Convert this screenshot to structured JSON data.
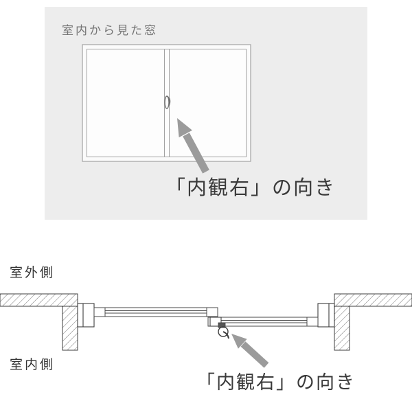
{
  "top_panel": {
    "caption": "室内から見た窓",
    "direction_label": "「内観右」の向き"
  },
  "bottom_diagram": {
    "outdoor_label": "室外側",
    "indoor_label": "室内側",
    "direction_label": "「内観右」の向き"
  },
  "icons": {
    "arrow": "direction-arrow-icon",
    "lock": "crescent-lock-icon"
  },
  "colors": {
    "panel_bg": "#ededed",
    "window_line": "#a3a3a3",
    "section_line": "#3c3c3c",
    "hatch_line": "#777777",
    "arrow_gray": "#9b9b9b",
    "caption_text": "#757575",
    "label_text": "#3a3a3a"
  }
}
